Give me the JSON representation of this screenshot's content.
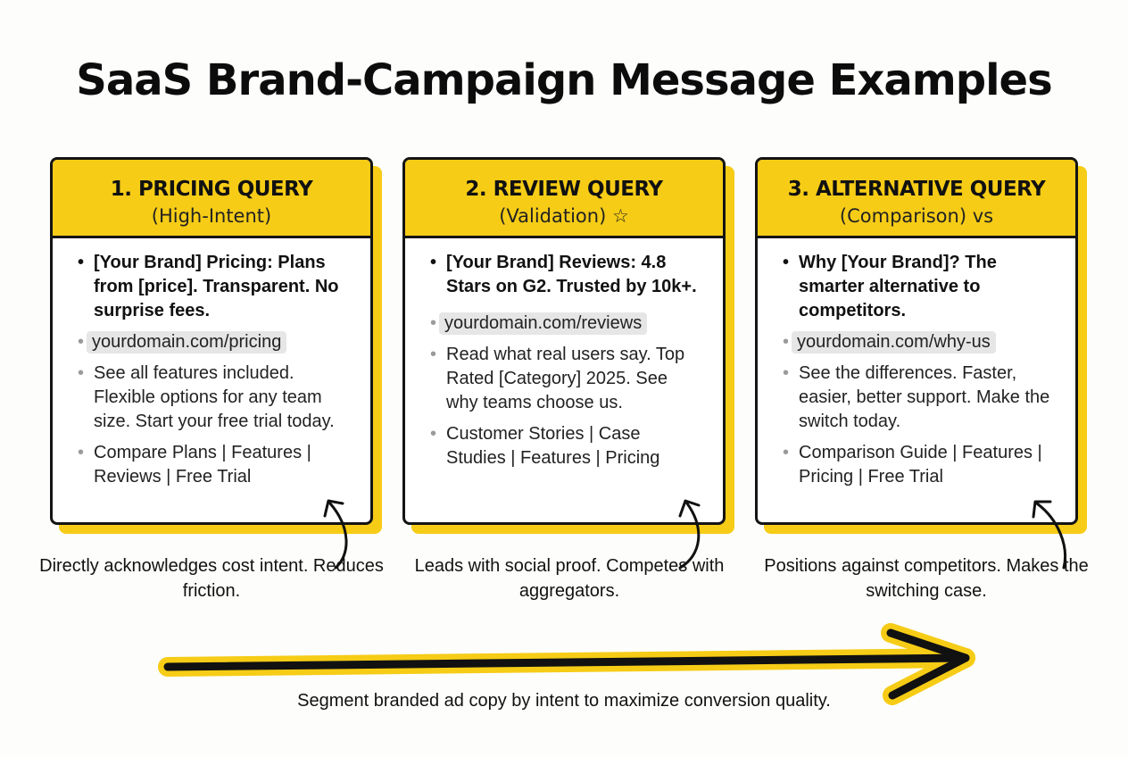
{
  "title": "SaaS Brand-Campaign Message Examples",
  "colors": {
    "accent": "#f6cc16",
    "border": "#141414",
    "url_chip": "#e6e6e6"
  },
  "cards": [
    {
      "heading": "1. PRICING QUERY",
      "subheading": "(High-Intent)",
      "headline": "[Your Brand] Pricing: Plans from [price]. Transparent. No surprise fees.",
      "url": "yourdomain.com/pricing",
      "description": "See all features included. Flexible options for any team size. Start your free trial today.",
      "sitelinks": "Compare Plans | Features | Reviews | Free Trial",
      "annotation": "Directly acknowledges cost intent. Reduces friction."
    },
    {
      "heading": "2. REVIEW QUERY",
      "subheading": "(Validation) ☆",
      "headline": "[Your Brand] Reviews: 4.8 Stars on G2. Trusted by 10k+.",
      "url": "yourdomain.com/reviews",
      "description": "Read what real users say. Top Rated [Category] 2025. See why teams choose us.",
      "sitelinks": "Customer Stories | Case Studies | Features | Pricing",
      "annotation": "Leads with social proof. Competes with aggregators."
    },
    {
      "heading": "3. ALTERNATIVE QUERY",
      "subheading": "(Comparison) vs",
      "headline": "Why [Your Brand]? The smarter alternative to competitors.",
      "url": "yourdomain.com/why-us",
      "description": "See the differences. Faster, easier, better support. Make the switch today.",
      "sitelinks": "Comparison Guide | Features | Pricing | Free Trial",
      "annotation": "Positions against competitors. Makes the switching case."
    }
  ],
  "footer": "Segment branded ad copy by intent to maximize conversion quality.",
  "icons": {
    "curved_arrow": "curved-arrow-icon",
    "long_arrow": "long-arrow-icon"
  }
}
